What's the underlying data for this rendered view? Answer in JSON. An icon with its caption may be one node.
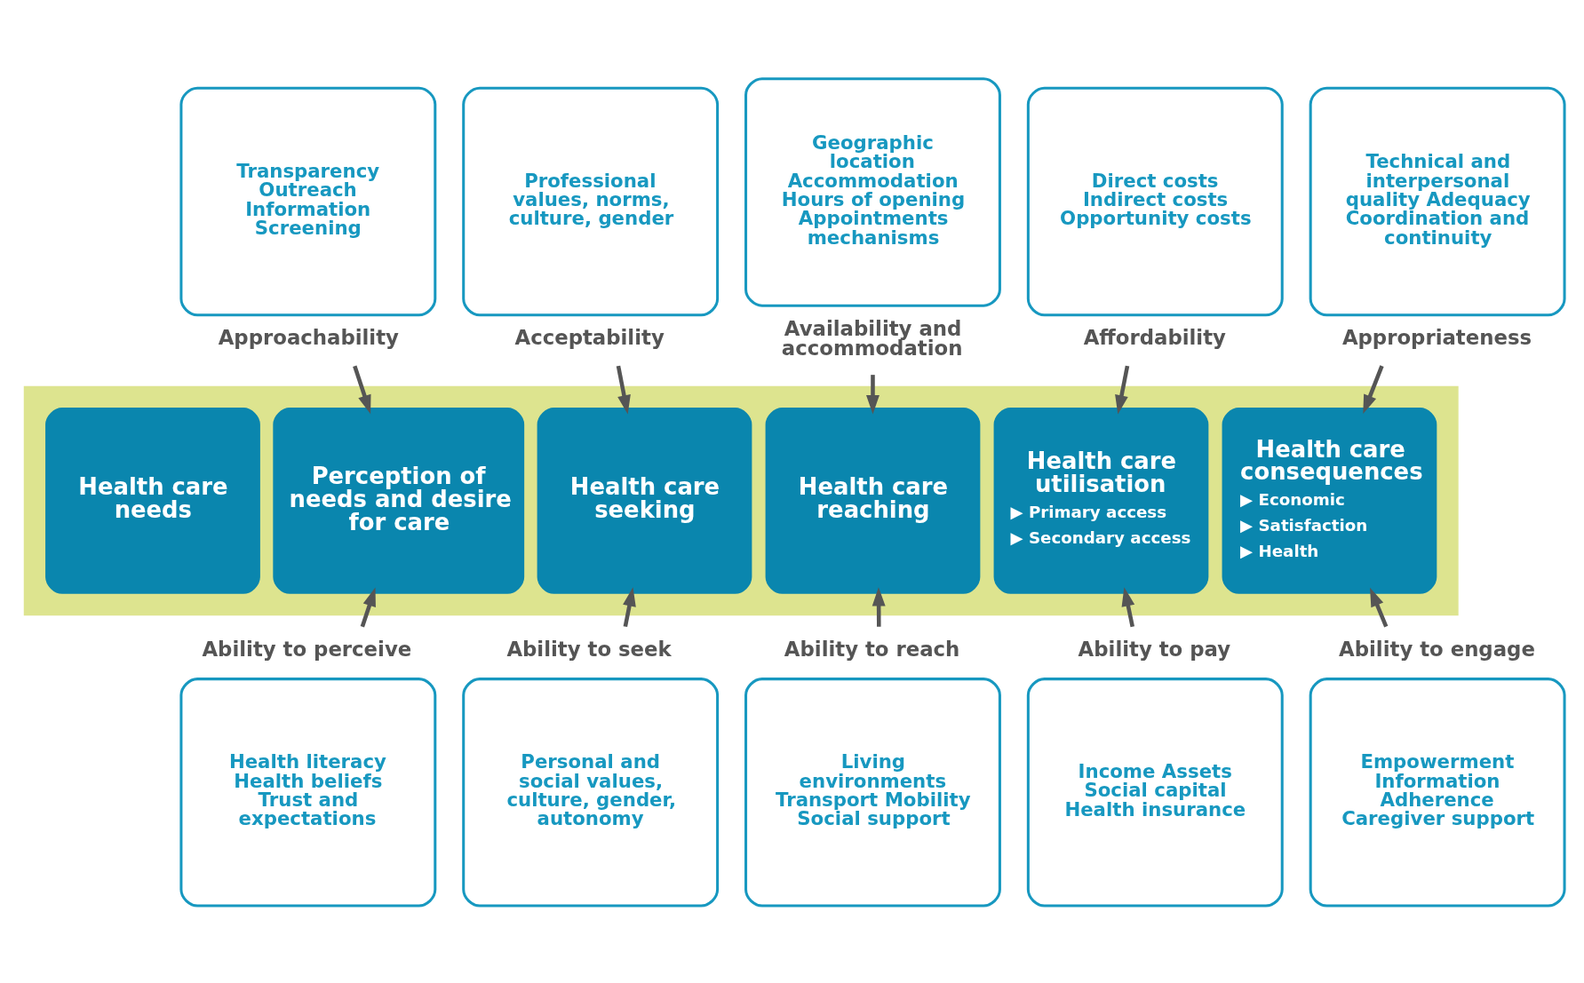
{
  "diagram": {
    "nodes": [
      {
        "text": [],
        "shape": "arrow"
      },
      {
        "text": [
          "Health care needs"
        ],
        "in": 0
      },
      {
        "text": [
          "Perception of needs and desire for care"
        ],
        "in": 0
      },
      {
        "text": [
          "Health care seeking"
        ],
        "in": 0
      },
      {
        "text": [
          "Health care reaching"
        ],
        "in": 0
      },
      {
        "text": [
          "Health care utilisation",
          "▶ Primary access",
          "▶ Secondary access"
        ],
        "in": 0
      },
      {
        "text": [
          "Health care consequences",
          "▶ Economic",
          "▶ Satisfaction",
          "▶ Health"
        ],
        "in": 0
      },
      {
        "text": [
          "Transparency Outreach Information Screening",
          "Approachability"
        ]
      },
      {
        "text": [
          "Professional values, norms, culture, gender",
          "Acceptability"
        ]
      },
      {
        "text": [
          "Geographic location Accommodation Hours of opening Appointments mechanisms",
          "Availability and accommodation"
        ]
      },
      {
        "text": [
          "Direct costs Indirect costs Opportunity costs",
          "Affordability"
        ]
      },
      {
        "text": [
          "Technical and interpersonal quality Adequacy Coordination and continuity",
          "Appropriateness"
        ]
      },
      {
        "text": [
          "Ability to perceive",
          "Health literacy Health beliefs Trust and expectations"
        ]
      },
      {
        "text": [
          "Ability to seek",
          "Personal and social values, culture, gender, autonomy"
        ]
      },
      {
        "text": [
          "Ability to reach",
          "Living environments Transport Mobility Social support"
        ]
      },
      {
        "text": [
          "Ability to pay",
          "Income Assets Social capital Health insurance"
        ]
      },
      {
        "text": [
          "Ability to engage",
          "Empowerment Information Adherence Caregiver support"
        ]
      }
    ],
    "edges": [
      {
        "from": 7,
        "to": 2,
        "arrow": "to"
      },
      {
        "from": 8,
        "to": 3,
        "arrow": "to"
      },
      {
        "from": 9,
        "to": 4,
        "arrow": "to"
      },
      {
        "from": 10,
        "to": 5,
        "arrow": "to"
      },
      {
        "from": 11,
        "to": 6,
        "arrow": "to"
      },
      {
        "from": 12,
        "to": 2,
        "arrow": "to"
      },
      {
        "from": 13,
        "to": 3,
        "arrow": "to"
      },
      {
        "from": 14,
        "to": 4,
        "arrow": "to"
      },
      {
        "from": 15,
        "to": 5,
        "arrow": "to"
      },
      {
        "from": 16,
        "to": 6,
        "arrow": "to"
      }
    ]
  }
}
